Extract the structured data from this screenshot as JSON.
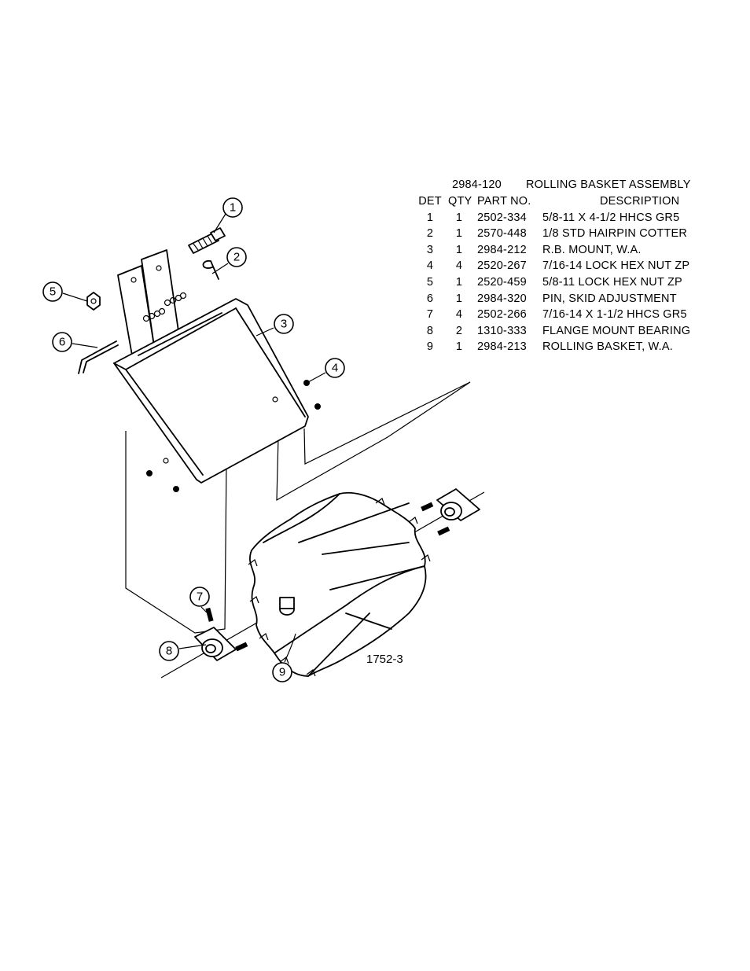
{
  "assembly": {
    "number": "2984-120",
    "name": "ROLLING BASKET ASSEMBLY"
  },
  "table": {
    "headers": {
      "det": "DET",
      "qty": "QTY",
      "part": "PART NO.",
      "desc": "DESCRIPTION"
    },
    "rows": [
      {
        "det": "1",
        "qty": "1",
        "part": "2502-334",
        "desc": "5/8-11 X 4-1/2 HHCS GR5"
      },
      {
        "det": "2",
        "qty": "1",
        "part": "2570-448",
        "desc": "1/8 STD HAIRPIN COTTER"
      },
      {
        "det": "3",
        "qty": "1",
        "part": "2984-212",
        "desc": "R.B. MOUNT, W.A."
      },
      {
        "det": "4",
        "qty": "4",
        "part": "2520-267",
        "desc": "7/16-14 LOCK HEX NUT ZP"
      },
      {
        "det": "5",
        "qty": "1",
        "part": "2520-459",
        "desc": "5/8-11 LOCK HEX NUT ZP"
      },
      {
        "det": "6",
        "qty": "1",
        "part": "2984-320",
        "desc": "PIN, SKID ADJUSTMENT"
      },
      {
        "det": "7",
        "qty": "4",
        "part": "2502-266",
        "desc": "7/16-14 X 1-1/2 HHCS GR5"
      },
      {
        "det": "8",
        "qty": "2",
        "part": "1310-333",
        "desc": "FLANGE MOUNT BEARING"
      },
      {
        "det": "9",
        "qty": "1",
        "part": "2984-213",
        "desc": "ROLLING BASKET, W.A."
      }
    ]
  },
  "balloons": [
    "1",
    "2",
    "3",
    "4",
    "5",
    "6",
    "7",
    "8",
    "9"
  ],
  "figure_id": "1752-3"
}
